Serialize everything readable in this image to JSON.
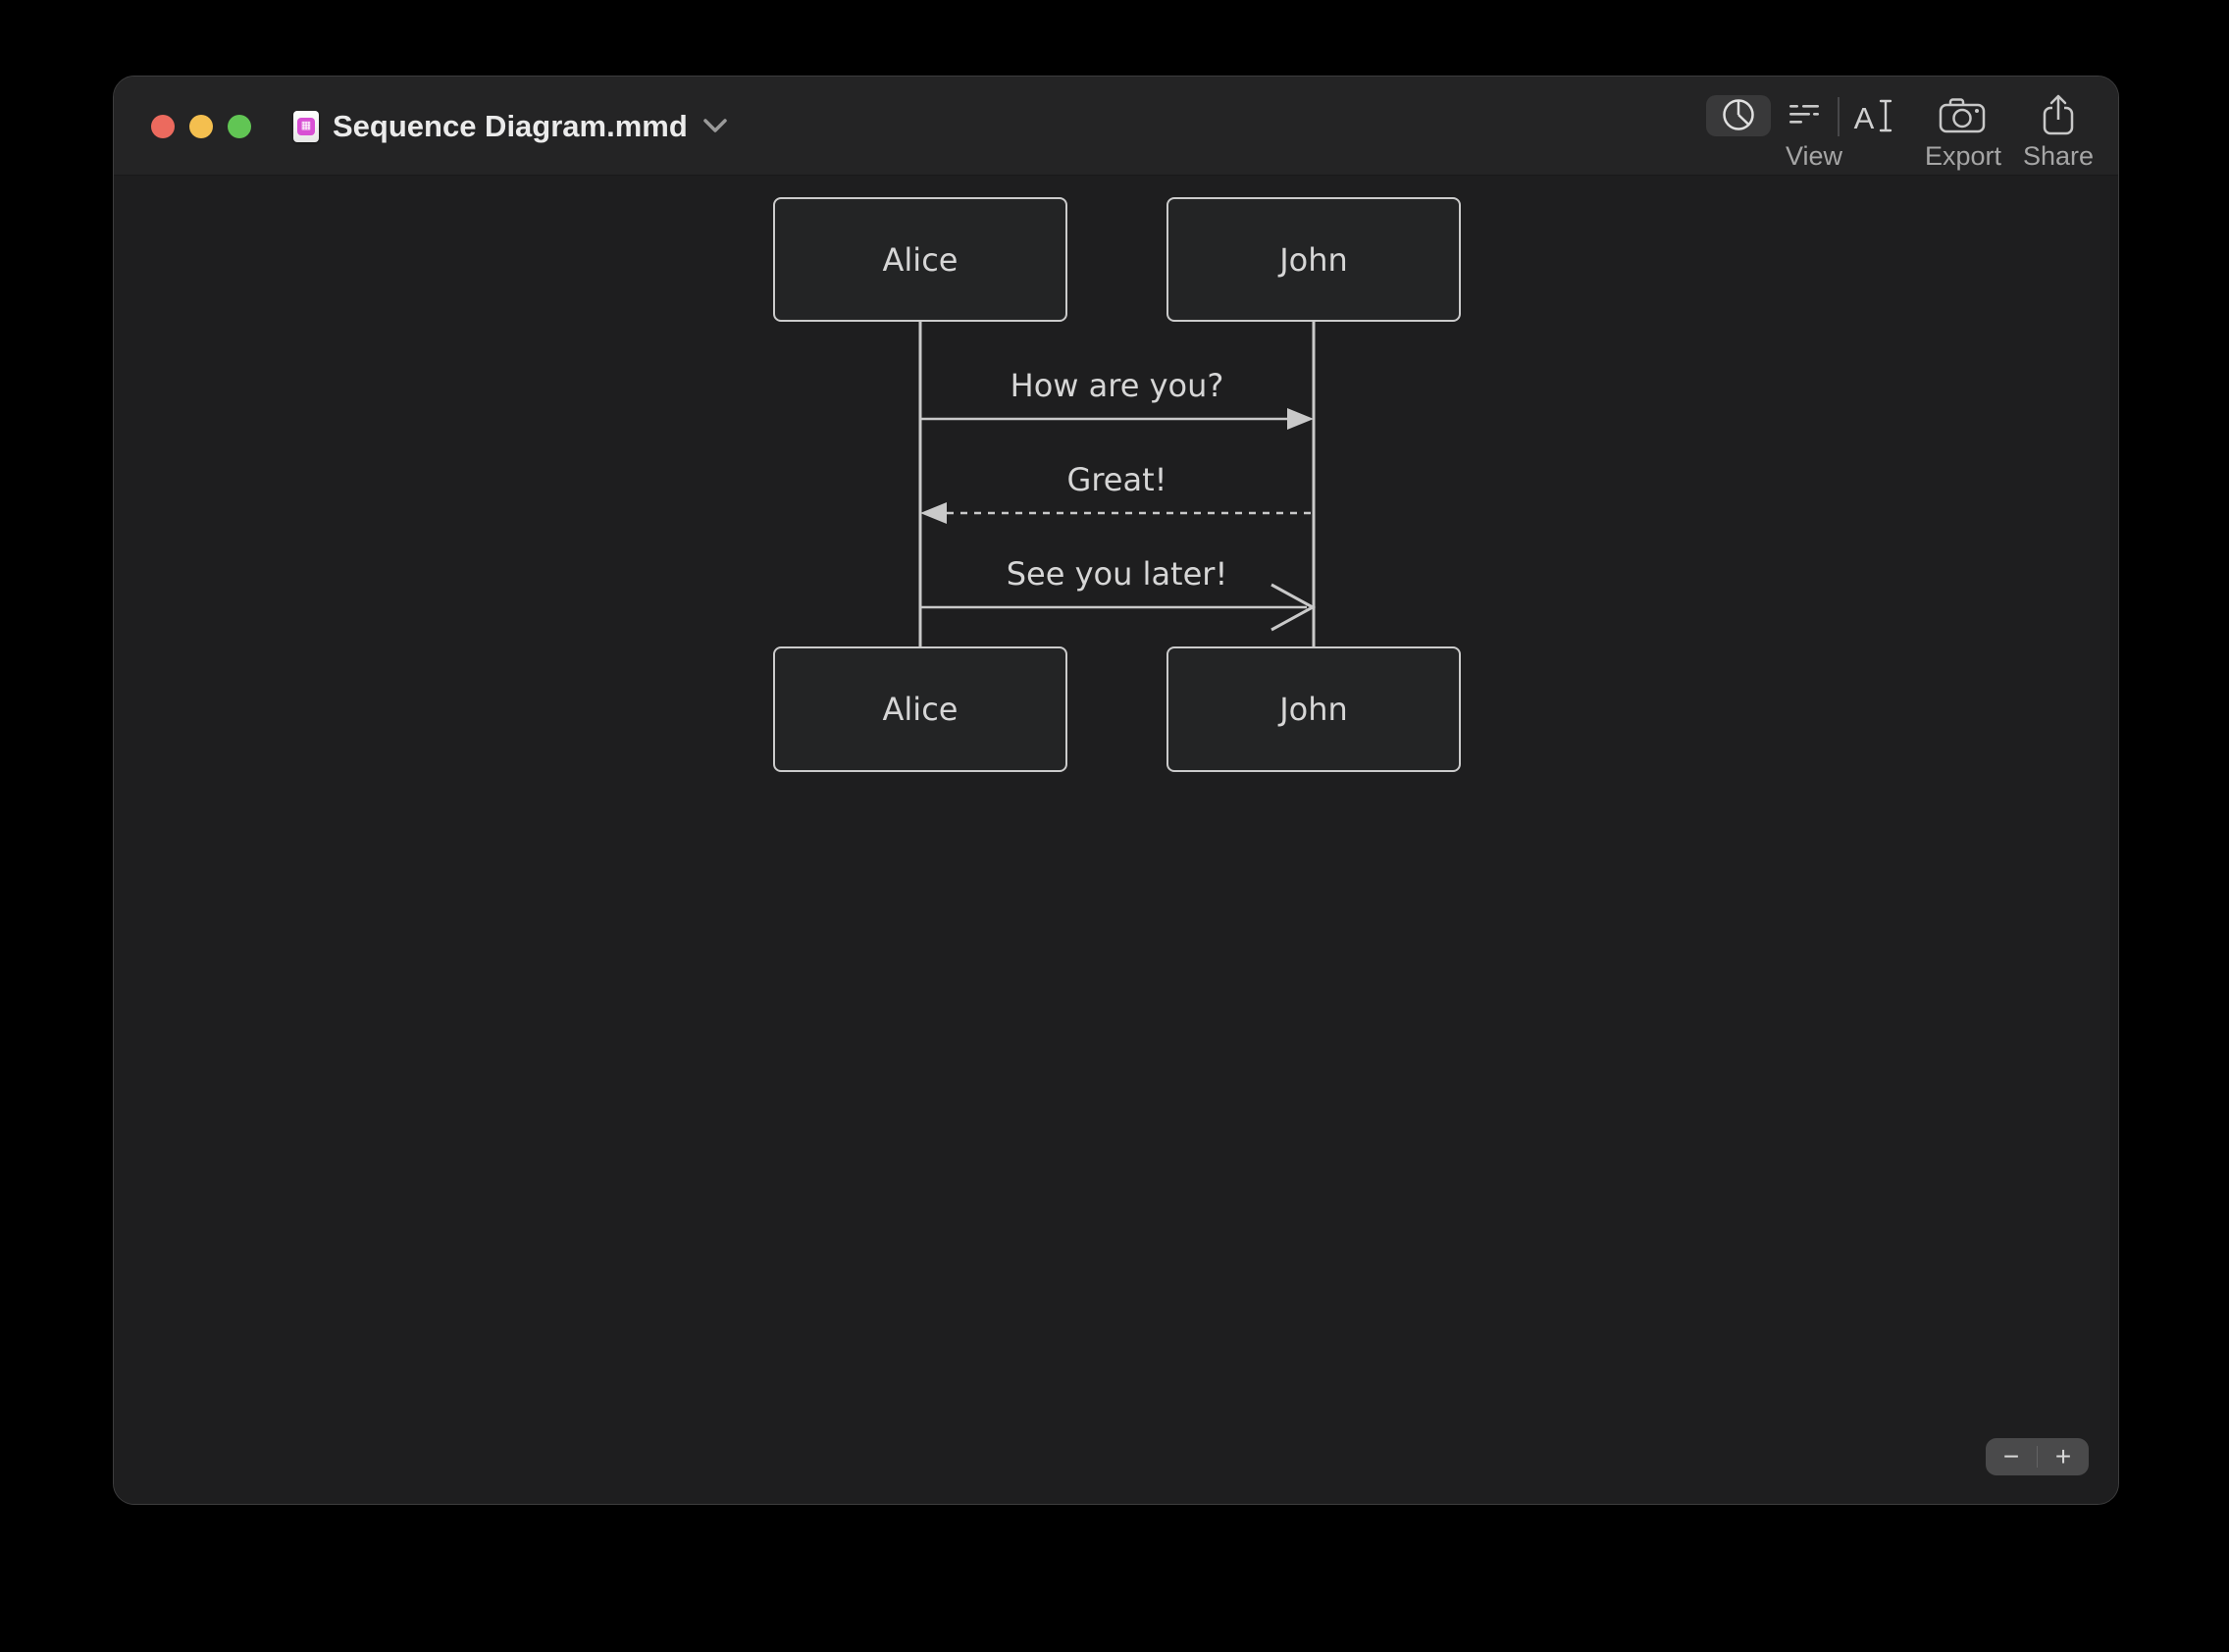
{
  "window": {
    "title": "Sequence Diagram.mmd",
    "toolbar": {
      "view_label": "View",
      "export_label": "Export",
      "share_label": "Share"
    },
    "zoom_controls": {
      "zoom_out": "−",
      "zoom_in": "+"
    },
    "traffic_light_colors": {
      "close": "#ec6a5e",
      "minimize": "#f4bf4f",
      "zoom": "#61c554"
    },
    "doc_icon_color": "#d84fd4"
  },
  "diagram": {
    "type": "sequence",
    "actors": [
      "Alice",
      "John"
    ],
    "messages": [
      {
        "from": "Alice",
        "to": "John",
        "text": "How are you?",
        "line": "solid",
        "arrowhead": "filled"
      },
      {
        "from": "John",
        "to": "Alice",
        "text": "Great!",
        "line": "dashed",
        "arrowhead": "filled"
      },
      {
        "from": "Alice",
        "to": "John",
        "text": "See you later!",
        "line": "solid",
        "arrowhead": "open"
      }
    ],
    "colors": {
      "background": "#1e1e1f",
      "actor_fill": "#232425",
      "actor_border": "#cbcbcb",
      "line": "#c9c9c9",
      "text": "#d6d6d6"
    }
  }
}
